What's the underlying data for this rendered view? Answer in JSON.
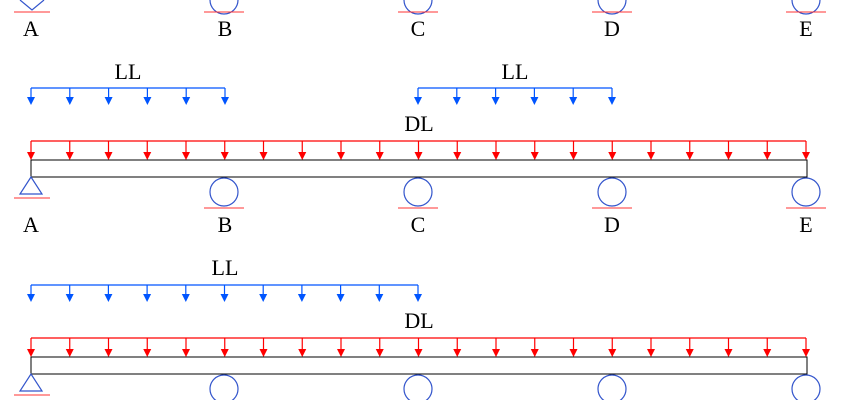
{
  "colors": {
    "dead_load": "#ff0000",
    "live_load": "#0055ff",
    "beam": "#000000",
    "pin_support": "#3355cc",
    "roller_support": "#3355cc",
    "ground_line": "#ff3333"
  },
  "support_labels": [
    "A",
    "B",
    "C",
    "D",
    "E"
  ],
  "support_types": [
    "pin",
    "roller",
    "roller",
    "roller",
    "roller"
  ],
  "dead_load_label": "DL",
  "live_load_label": "LL",
  "panels": [
    {
      "name": "panel-top-partial",
      "live_loads": [],
      "dead_load": false,
      "labels_visible": true
    },
    {
      "name": "panel-middle",
      "live_loads": [
        {
          "from_support": 0,
          "to_support": 1,
          "label": "LL"
        },
        {
          "from_support": 2,
          "to_support": 3,
          "label": "LL"
        }
      ],
      "dead_load": true,
      "labels_visible": true
    },
    {
      "name": "panel-bottom",
      "live_loads": [
        {
          "from_support": 0,
          "to_support": 2,
          "label": "LL"
        }
      ],
      "dead_load": true,
      "labels_visible": false
    }
  ]
}
